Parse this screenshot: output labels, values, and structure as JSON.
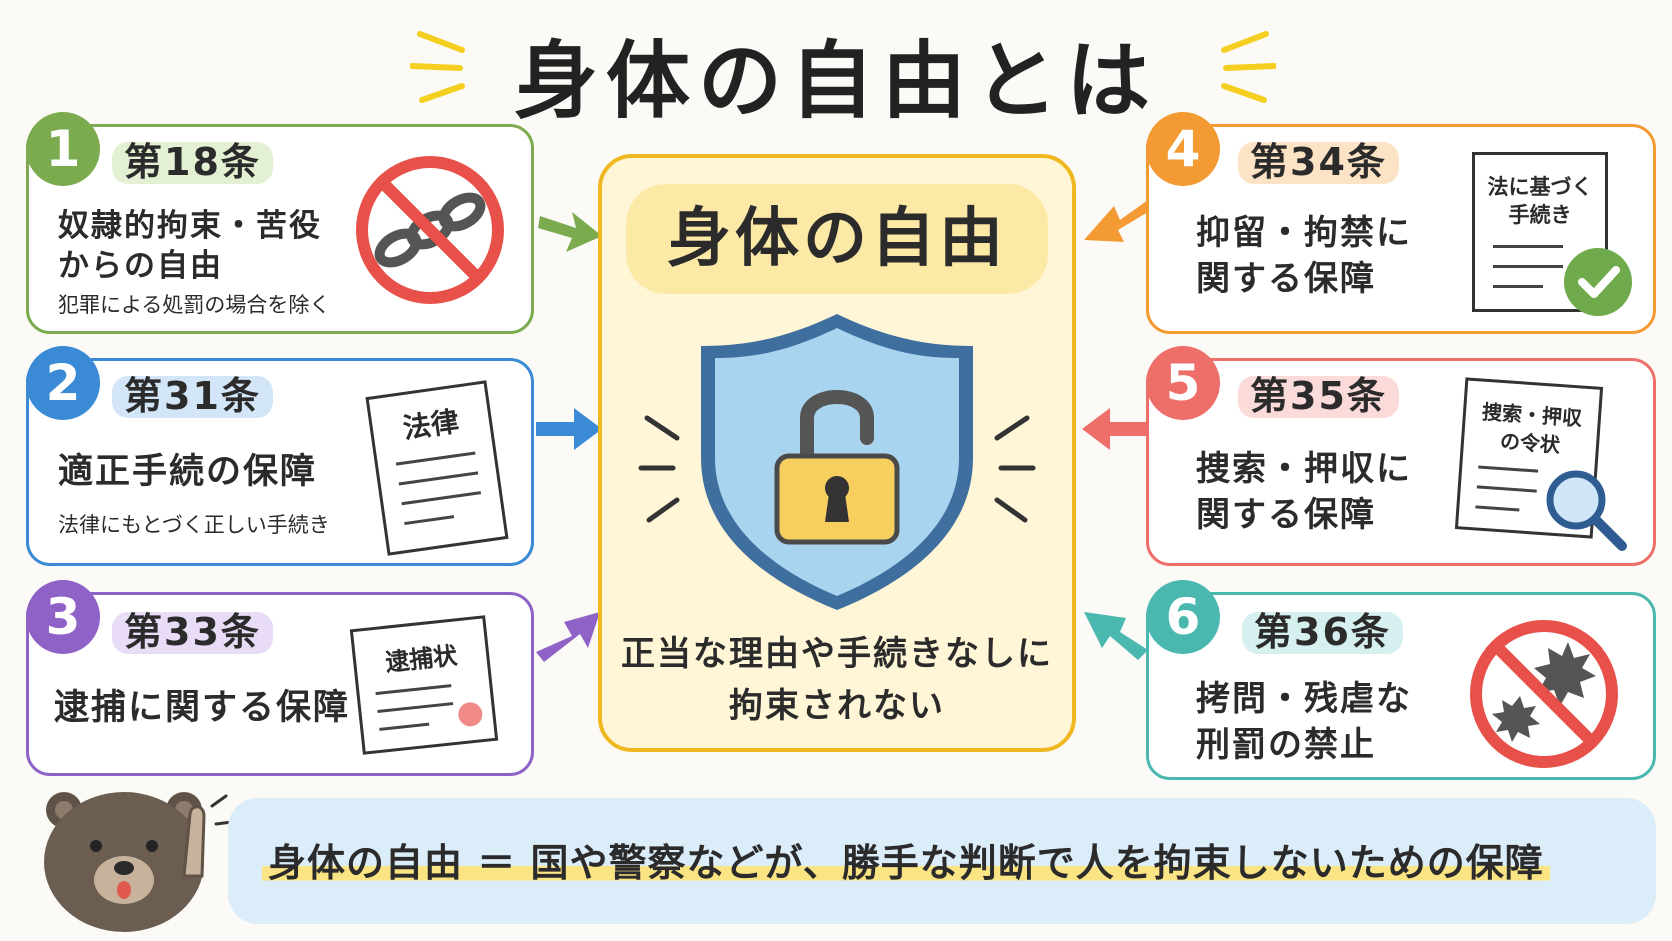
{
  "title": "身体の自由とは",
  "center": {
    "title": "身体の自由",
    "description_line1": "正当な理由や手続きなしに",
    "description_line2": "拘束されない"
  },
  "cards": [
    {
      "number": "1",
      "article": "第18条",
      "heading_line1": "奴隷的拘束・苦役",
      "heading_line2": "からの自由",
      "note": "犯罪による処罰の場合を除く",
      "color": "#7cab4f",
      "tint": "#e3f0d3"
    },
    {
      "number": "2",
      "article": "第31条",
      "heading_line1": "適正手続の保障",
      "heading_line2": "",
      "note": "法律にもとづく正しい手続き",
      "doc_label": "法律",
      "color": "#3a8ad6",
      "tint": "#d2e6f8"
    },
    {
      "number": "3",
      "article": "第33条",
      "heading_line1": "逮捕に関する保障",
      "heading_line2": "",
      "note": "",
      "doc_label": "逮捕状",
      "color": "#8e62c6",
      "tint": "#e8dcf6"
    },
    {
      "number": "4",
      "article": "第34条",
      "heading_line1": "抑留・拘禁に",
      "heading_line2": "関する保障",
      "note": "",
      "doc_label_line1": "法に基づく",
      "doc_label_line2": "手続き",
      "color": "#f39a33",
      "tint": "#fde3c6"
    },
    {
      "number": "5",
      "article": "第35条",
      "heading_line1": "捜索・押収に",
      "heading_line2": "関する保障",
      "note": "",
      "doc_label_line1": "捜索・押収",
      "doc_label_line2": "の令状",
      "color": "#ee6f6a",
      "tint": "#fbdada"
    },
    {
      "number": "6",
      "article": "第36条",
      "heading_line1": "拷問・残虐な",
      "heading_line2": "刑罰の禁止",
      "note": "",
      "color": "#4bb8b0",
      "tint": "#d5f0ee"
    }
  ],
  "summary": "身体の自由 ＝ 国や警察などが、勝手な判断で人を拘束しないための保障",
  "icons": [
    "no-chains-icon",
    "law-document-icon",
    "arrest-warrant-icon",
    "procedure-document-icon",
    "search-warrant-icon",
    "no-torture-icon",
    "shield-lock-icon",
    "bear-mascot-icon"
  ]
}
